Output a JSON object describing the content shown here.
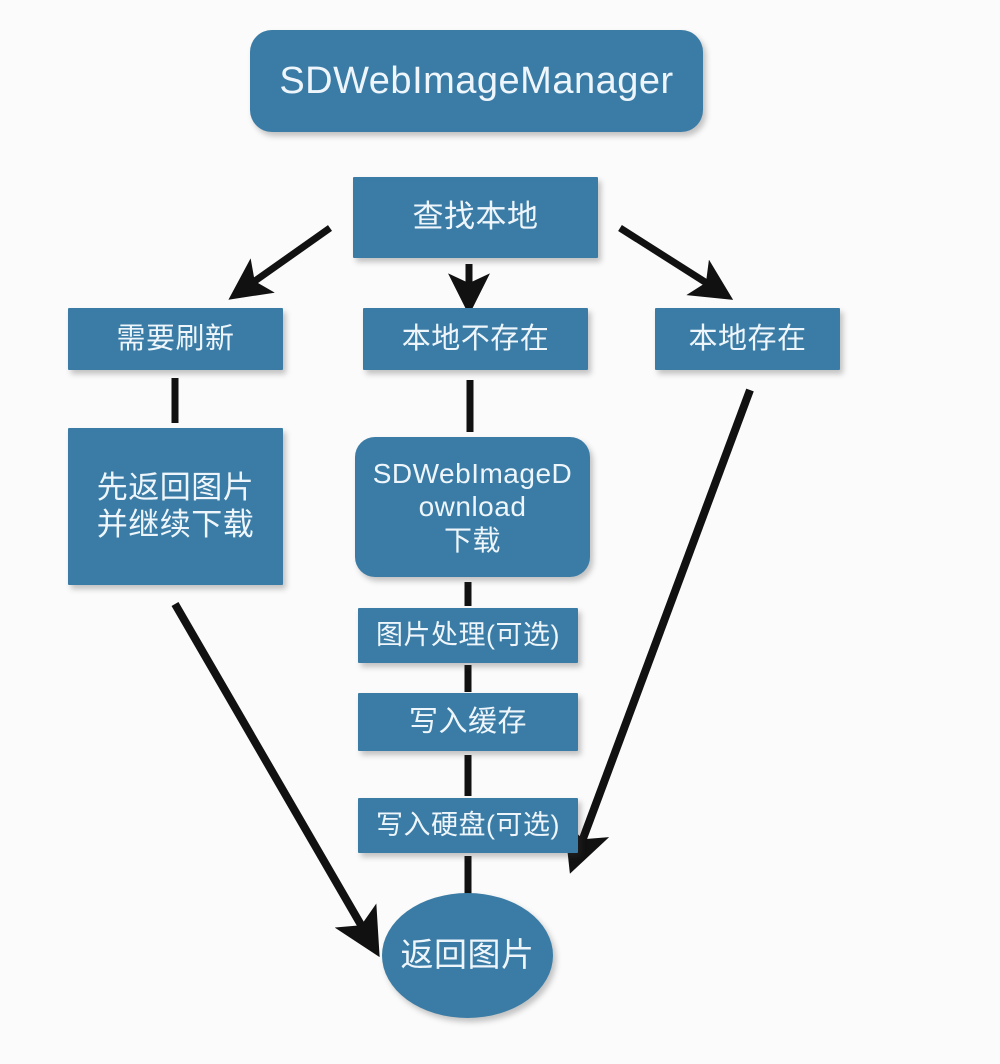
{
  "diagram": {
    "title": "SDWebImageManager image loading flow",
    "colors": {
      "node_fill": "#3a7ca5",
      "node_text": "#eef6fb",
      "edge": "#111111",
      "background": "#fbfbfb"
    },
    "nodes": [
      {
        "id": "manager",
        "label": "SDWebImageManager",
        "shape": "rounded-rect"
      },
      {
        "id": "lookup",
        "label": "查找本地",
        "shape": "rect"
      },
      {
        "id": "refresh",
        "label": "需要刷新",
        "shape": "rect"
      },
      {
        "id": "notlocal",
        "label": "本地不存在",
        "shape": "rect"
      },
      {
        "id": "local",
        "label": "本地存在",
        "shape": "rect"
      },
      {
        "id": "returnfirst",
        "label": "先返回图片\n并继续下载",
        "shape": "rect"
      },
      {
        "id": "downloader",
        "label": "SDWebImageD\nownload\n下载",
        "shape": "rounded-rect"
      },
      {
        "id": "process",
        "label": "图片处理(可选)",
        "shape": "rect"
      },
      {
        "id": "cache",
        "label": "写入缓存",
        "shape": "rect"
      },
      {
        "id": "disk",
        "label": "写入硬盘(可选)",
        "shape": "rect"
      },
      {
        "id": "return",
        "label": "返回图片",
        "shape": "ellipse"
      }
    ],
    "edges": [
      {
        "from": "lookup",
        "to": "refresh",
        "style": "arrow",
        "direction": "down-left"
      },
      {
        "from": "lookup",
        "to": "notlocal",
        "style": "arrow",
        "direction": "down"
      },
      {
        "from": "lookup",
        "to": "local",
        "style": "arrow",
        "direction": "down-right"
      },
      {
        "from": "refresh",
        "to": "returnfirst",
        "style": "line",
        "direction": "down"
      },
      {
        "from": "notlocal",
        "to": "downloader",
        "style": "line",
        "direction": "down"
      },
      {
        "from": "downloader",
        "to": "process",
        "style": "line",
        "direction": "down"
      },
      {
        "from": "process",
        "to": "cache",
        "style": "line",
        "direction": "down"
      },
      {
        "from": "cache",
        "to": "disk",
        "style": "line",
        "direction": "down"
      },
      {
        "from": "disk",
        "to": "return",
        "style": "line",
        "direction": "down"
      },
      {
        "from": "returnfirst",
        "to": "return",
        "style": "arrow",
        "direction": "down-right"
      },
      {
        "from": "local",
        "to": "return",
        "style": "arrow",
        "direction": "down-left"
      }
    ]
  }
}
